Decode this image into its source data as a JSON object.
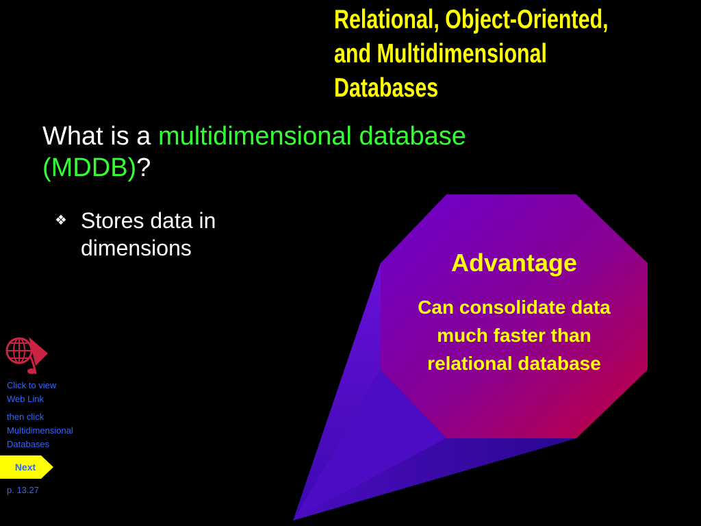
{
  "slide": {
    "title_lines": [
      "Relational, Object-Oriented,",
      "and Multidimensional",
      "Databases"
    ],
    "question": {
      "prefix": "What is a ",
      "highlight_1": "multidimensional database",
      "highlight_2": "(MDDB)",
      "suffix": "?"
    },
    "bullet": {
      "icon": "diamond-bullet-icon",
      "text": "Stores data in dimensions"
    },
    "callout": {
      "heading": "Advantage",
      "body": "Can consolidate data much faster than relational database"
    },
    "web_link": {
      "icon": "globe-mouse-icon",
      "line1": "Click to view",
      "line2": "Web Link",
      "line3": "then click",
      "line4": "Multidimensional",
      "line5": "Databases"
    },
    "next_label": "Next",
    "page_ref": "p. 13.27"
  },
  "colors": {
    "background": "#000000",
    "title": "#ffff00",
    "highlight": "#33ff33",
    "body_text": "#ffffff",
    "link_text": "#3366ff",
    "next_button": "#ffff00",
    "callout_top": "#6600cc",
    "callout_bottom": "#cc0044"
  }
}
